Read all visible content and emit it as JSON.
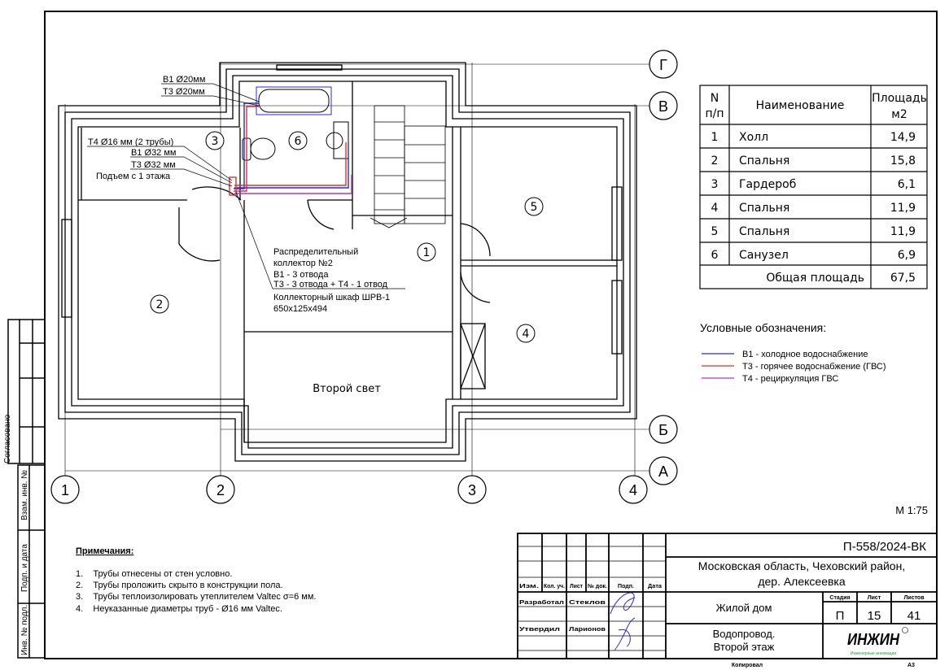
{
  "plan": {
    "axes_vertical": [
      "1",
      "2",
      "3",
      "4"
    ],
    "axes_horizontal": [
      "Г",
      "В",
      "Б",
      "А"
    ],
    "rooms": [
      "1",
      "2",
      "3",
      "4",
      "5",
      "6"
    ],
    "second_light": "Второй свет",
    "callouts": {
      "bath": [
        "В1 Ø20мм",
        "Т3 Ø20мм"
      ],
      "riser": [
        "Т4 Ø16 мм (2 трубы)",
        "В1 Ø32 мм",
        "Т3 Ø32 мм",
        "Подъем с 1 этажа"
      ],
      "collector": [
        "Распределительный",
        "коллектор №2",
        "В1 - 3 отвода",
        "Т3 - 3 отвода + Т4 - 1 отвод",
        "Коллекторный шкаф ШРВ-1",
        "650x125x494"
      ]
    },
    "scale": "М 1:75"
  },
  "room_table": {
    "headers": [
      "N п/п",
      "Наименование",
      "Площадь м2"
    ],
    "header_lines": [
      [
        "N",
        "п/п"
      ],
      [
        "Наименование"
      ],
      [
        "Площадь",
        "м2"
      ]
    ],
    "rows": [
      [
        "1",
        "Холл",
        "14,9"
      ],
      [
        "2",
        "Спальня",
        "15,8"
      ],
      [
        "3",
        "Гардероб",
        "6,1"
      ],
      [
        "4",
        "Спальня",
        "11,9"
      ],
      [
        "5",
        "Спальня",
        "11,9"
      ],
      [
        "6",
        "Санузел",
        "6,9"
      ]
    ],
    "total_label": "Общая площадь",
    "total_value": "67,5"
  },
  "legend": {
    "title": "Условные обозначения:",
    "items": [
      {
        "label": "В1 - холодное водоснабжение",
        "color": "#2b2bd6"
      },
      {
        "label": "Т3 - горячее водоснабжение (ГВС)",
        "color": "#e0302a"
      },
      {
        "label": "Т4 - рециркуляция ГВС",
        "color": "#b03ab8"
      }
    ]
  },
  "notes": {
    "title": "Примечания:",
    "items": [
      "1.    Трубы отнесены от стен условно.",
      "2.    Трубы проложить скрыто в конструкции пола.",
      "3.    Трубы теплоизолировать утеплителем Valtec σ=6 мм.",
      "4.    Неуказанные диаметры труб - Ø16 мм Valtec."
    ]
  },
  "side_stamp": {
    "agreed": "Согласовано",
    "fields": [
      "Взам. инв. №",
      "Подп. и дата",
      "Инв. № подл."
    ]
  },
  "title_block": {
    "code": "П-558/2024-ВК",
    "address_line1": "Московская область, Чеховский район,",
    "address_line2": "дер. Алексеевка",
    "object": "Жилой дом",
    "sheet_title_line1": "Водопровод.",
    "sheet_title_line2": "Второй этаж",
    "column_headers": [
      "Изм.",
      "Кол. уч.",
      "Лист",
      "№ док.",
      "Подп.",
      "Дата"
    ],
    "roles": [
      {
        "role": "Разработал",
        "name": "Стеклов"
      },
      {
        "role": "Утвердил",
        "name": "Ларионов"
      }
    ],
    "stage_label": "Стадия",
    "sheet_label": "Лист",
    "sheets_label": "Листов",
    "stage": "П",
    "sheet": "15",
    "sheets": "41",
    "logo": "ИНЖИН",
    "logo_tagline": "Инженерные инновации",
    "copied": "Копировал",
    "format": "А3"
  }
}
